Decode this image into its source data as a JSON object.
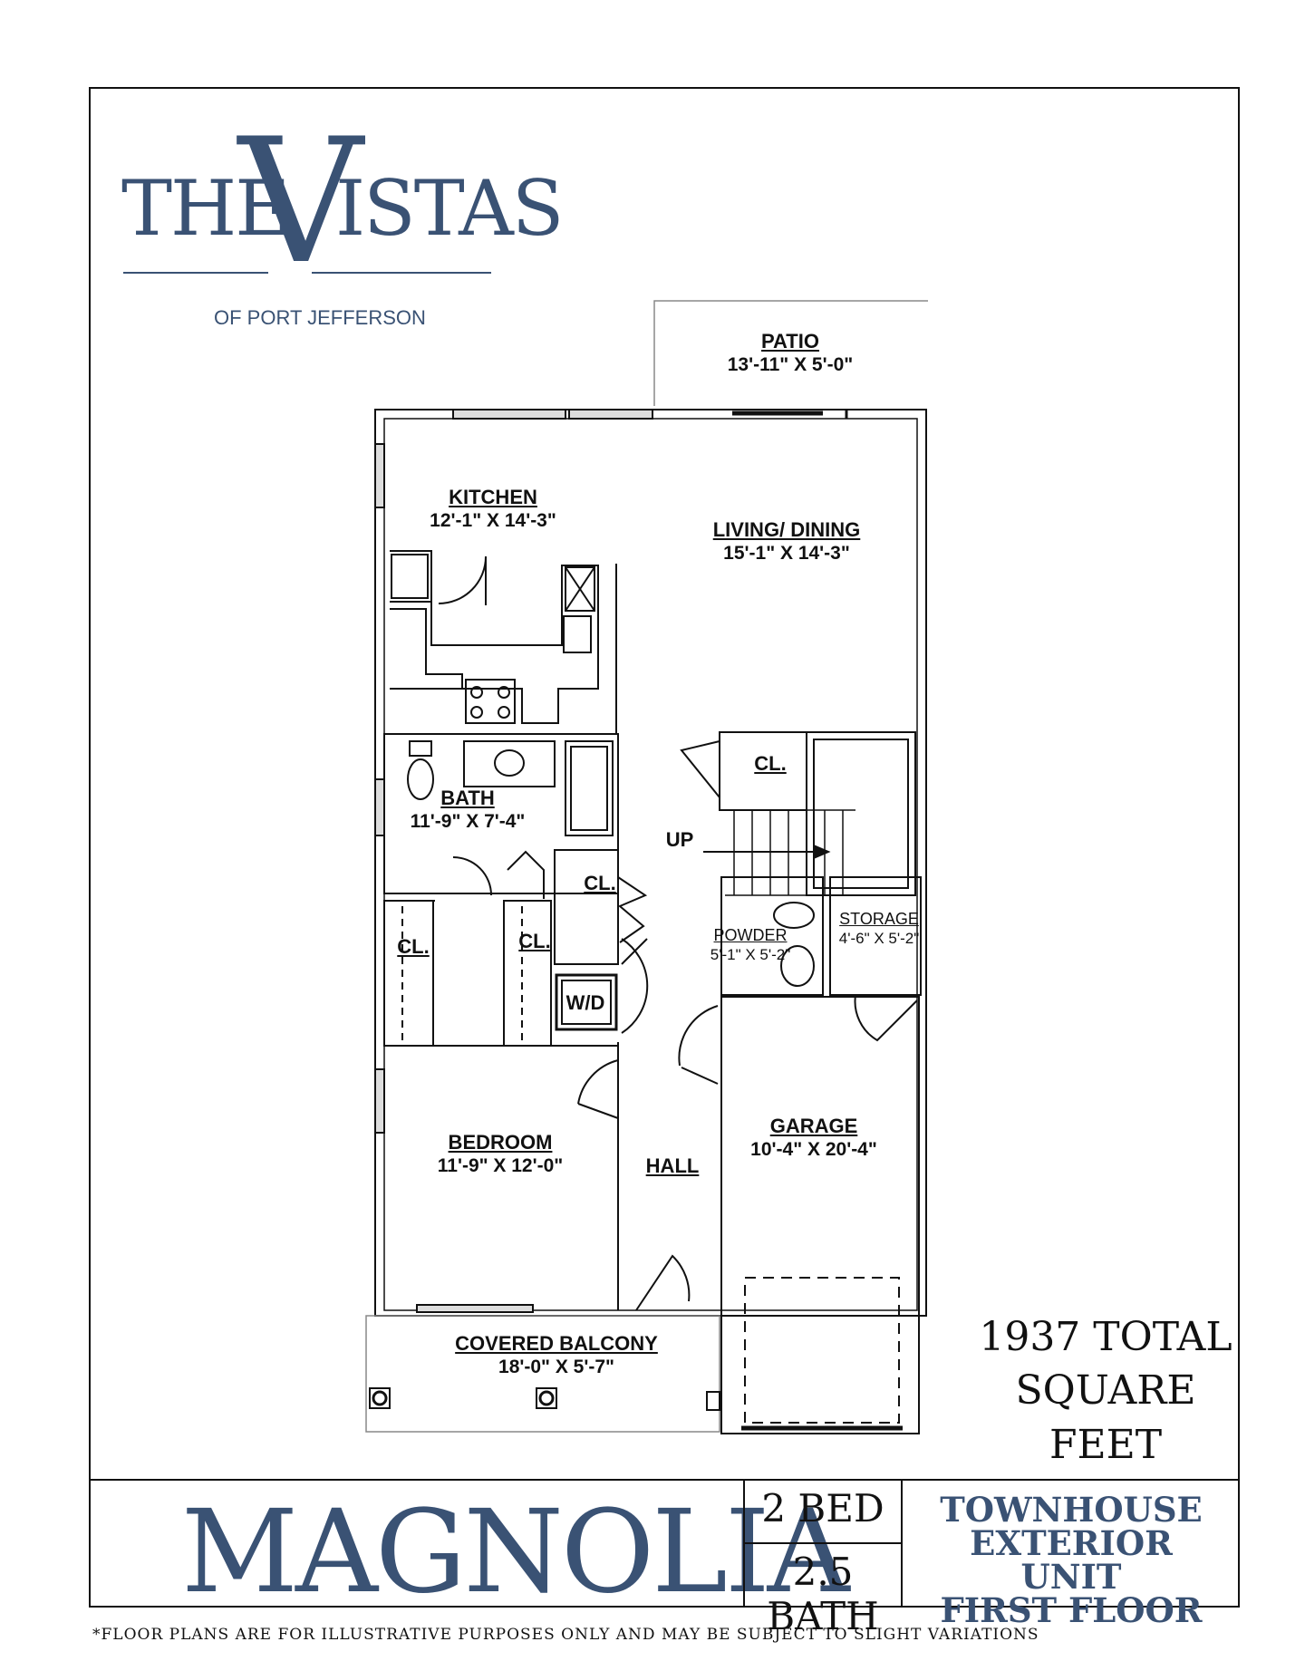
{
  "logo": {
    "the": "THE",
    "v": "V",
    "istas": "ISTAS",
    "subtitle": "OF PORT JEFFERSON"
  },
  "rooms": {
    "patio": {
      "name": "PATIO",
      "dims": "13'-11\" X 5'-0\""
    },
    "kitchen": {
      "name": "KITCHEN",
      "dims": "12'-1\" X 14'-3\""
    },
    "living": {
      "name": "LIVING/ DINING",
      "dims": "15'-1\" X 14'-3\""
    },
    "bath": {
      "name": "BATH",
      "dims": "11'-9\" X 7'-4\""
    },
    "closet_top": {
      "name": "CL."
    },
    "closet_mid": {
      "name": "CL."
    },
    "closet_left": {
      "name": "CL."
    },
    "closet_center": {
      "name": "CL."
    },
    "up": {
      "name": "UP"
    },
    "powder": {
      "name": "POWDER",
      "dims": "5'-1\" X 5'-2\""
    },
    "storage": {
      "name": "STORAGE",
      "dims": "4'-6\" X 5'-2\""
    },
    "wd": {
      "name": "W/D"
    },
    "bedroom": {
      "name": "BEDROOM",
      "dims": "11'-9\" X 12'-0\""
    },
    "hall": {
      "name": "HALL"
    },
    "garage": {
      "name": "GARAGE",
      "dims": "10'-4\" X 20'-4\""
    },
    "balcony": {
      "name": "COVERED BALCONY",
      "dims": "18'-0\" X 5'-7\""
    }
  },
  "sqft": {
    "line1": "1937 TOTAL",
    "line2": "SQUARE FEET"
  },
  "footer": {
    "plan_name": "MAGNOLIA",
    "beds": "2 BED",
    "baths": "2.5 BATH",
    "unit_line1": "TOWNHOUSE",
    "unit_line2": "EXTERIOR UNIT",
    "unit_line3": "FIRST FLOOR",
    "disclaimer": "*FLOOR PLANS ARE FOR ILLUSTRATIVE PURPOSES ONLY AND MAY BE SUBJECT TO SLIGHT VARIATIONS"
  },
  "colors": {
    "brand": "#3a5274",
    "line": "#111111"
  }
}
